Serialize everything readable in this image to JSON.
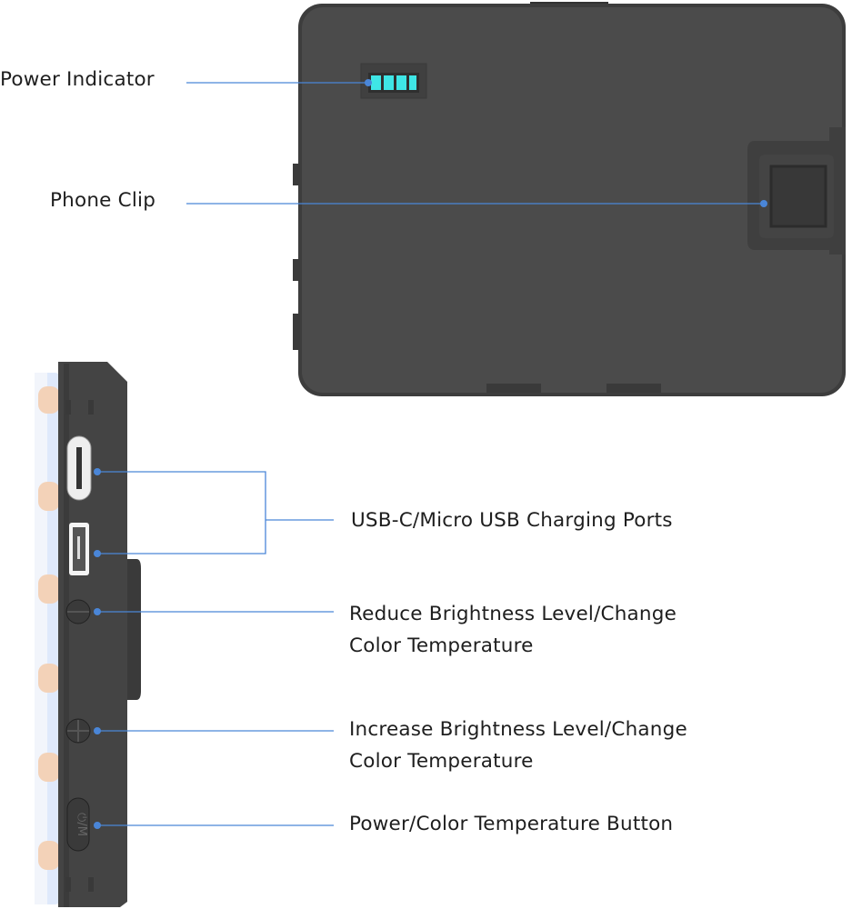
{
  "labels": {
    "power_indicator": "Power Indicator",
    "phone_clip": "Phone Clip",
    "charging_ports": "USB-C/Micro USB Charging Ports",
    "reduce_line1": "Reduce Brightness Level/Change",
    "reduce_line2": "Color Temperature",
    "increase_line1": "Increase Brightness Level/Change",
    "increase_line2": "Color Temperature",
    "power_button": "Power/Color Temperature Button"
  },
  "colors": {
    "device_body": "#4a4a4a",
    "leader_line": "#4a86d8",
    "battery_led": "#3fe6e6",
    "led_warm": "#f3d2b8",
    "led_cool": "#dfe9fb"
  },
  "battery_level": {
    "segments_lit": 4,
    "segments_total": 4
  }
}
